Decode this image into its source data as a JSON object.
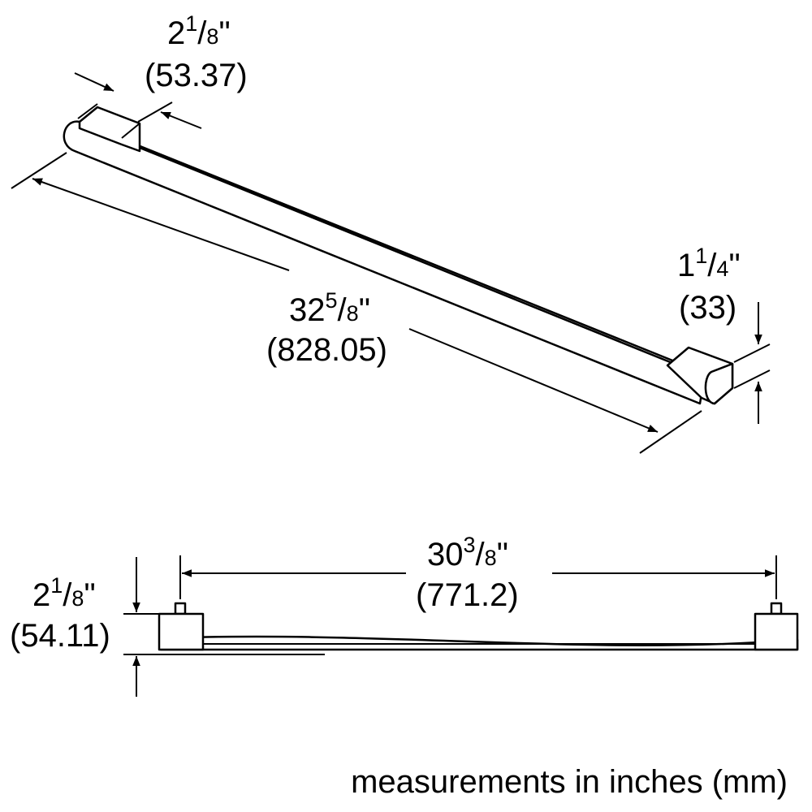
{
  "top_view": {
    "depth": {
      "whole": "2",
      "num": "1",
      "den": "8",
      "inch": "\"",
      "mm": "(53.37)"
    },
    "length": {
      "whole": "32",
      "num": "5",
      "den": "8",
      "inch": "\"",
      "mm": "(828.05)"
    },
    "height": {
      "whole": "1",
      "num": "1",
      "den": "4",
      "inch": "\"",
      "mm": "(33)"
    }
  },
  "side_view": {
    "span": {
      "whole": "30",
      "num": "3",
      "den": "8",
      "inch": "\"",
      "mm": "(771.2)"
    },
    "projection": {
      "whole": "2",
      "num": "1",
      "den": "8",
      "inch": "\"",
      "mm": "(54.11)"
    }
  },
  "footer": {
    "note": "measurements in inches (mm)"
  }
}
